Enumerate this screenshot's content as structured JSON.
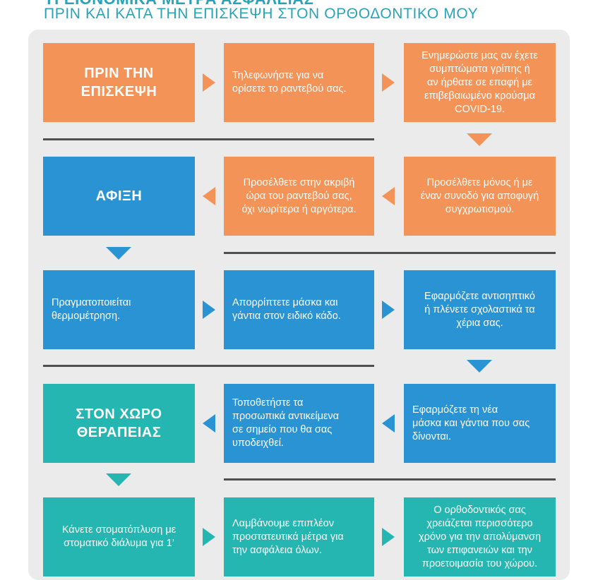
{
  "title": "ΥΓΕΙΟΝΟΜΙΚΑ ΜΕΤΡΑ ΑΣΦΑΛΕΙΑΣ",
  "subtitle": "ΠΡΙΝ ΚΑΙ ΚΑΤΑ ΤΗΝ ΕΠΙΣΚΕΨΗ ΣΤΟΝ ΟΡΘΟΔΟΝΤΙΚΟ ΜΟΥ",
  "colors": {
    "orange": "#f39358",
    "blue": "#2a93d3",
    "teal": "#25b6b2",
    "accent": "#2aa3b8"
  },
  "rows": [
    {
      "stage": [
        "ΠΡΙΝ ΤΗΝ",
        "ΕΠΙΣΚΕΨΗ"
      ],
      "steps": [
        [
          "Τηλεφωνήστε για να",
          "ορίσετε το ραντεβού σας."
        ],
        [
          "Ενημερώστε μας αν έχετε",
          "συμπτώματα γρίπης ή",
          "αν ήρθατε σε επαφή με",
          "επιβεβαιωμένο κρούσμα",
          "COVID-19."
        ]
      ]
    },
    {
      "stage": [
        "ΑΦΙΞΗ"
      ],
      "steps": [
        [
          "Προσέλθετε στην ακριβή",
          "ώρα του ραντεβού σας,",
          "όχι νωρίτερα ή αργότερα."
        ],
        [
          "Προσέλθετε μόνος ή με",
          "έναν συνοδό για αποφυγή",
          "συγχρωτισμού."
        ]
      ]
    },
    {
      "steps": [
        [
          "Πραγματοποιείται",
          "θερμομέτρηση."
        ],
        [
          "Απορρίπτετε μάσκα και",
          "γάντια στον ειδικό κάδο."
        ],
        [
          "Εφαρμόζετε αντισηπτικό",
          "ή πλένετε σχολαστικά τα",
          "χέρια σας."
        ]
      ]
    },
    {
      "stage": [
        "ΣΤΟΝ ΧΩΡΟ",
        "ΘΕΡΑΠΕΙΑΣ"
      ],
      "steps": [
        [
          "Τοποθετήστε τα",
          "προσωπικά αντικείμενα",
          "σε σημείο που θα σας",
          "υποδειχθεί."
        ],
        [
          "Εφαρμόζετε τη νέα",
          "μάσκα και γάντια που σας",
          "δίνονται."
        ]
      ]
    },
    {
      "steps": [
        [
          "Κάνετε στοματόπλυση με",
          "στοματικό διάλυμα για 1’"
        ],
        [
          "Λαμβάνουμε επιπλέον",
          "προστατευτικά μέτρα για",
          "την ασφάλεια όλων."
        ],
        [
          "Ο ορθοδοντικός σας",
          "χρειάζεται περισσότερο",
          "χρόνο για την απολύμανση",
          "των επιφανειών και την",
          "προετοιμασία του χώρου."
        ]
      ]
    }
  ]
}
